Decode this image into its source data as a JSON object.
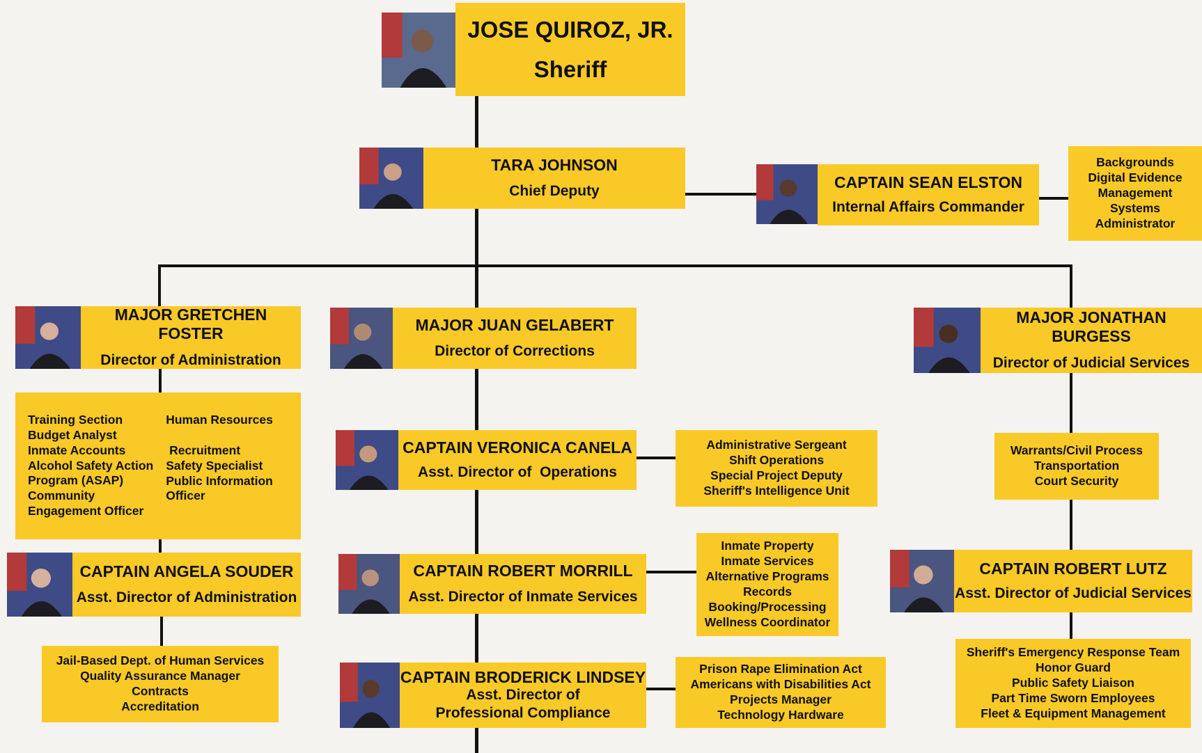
{
  "sheriff": {
    "name": "JOSE QUIROZ, JR.",
    "title": "Sheriff"
  },
  "chief_deputy": {
    "name": "TARA JOHNSON",
    "title": "Chief Deputy"
  },
  "internal_affairs": {
    "name": "CAPTAIN SEAN ELSTON",
    "title": "Internal Affairs Commander",
    "units": [
      "Backgrounds",
      "Digital Evidence",
      "Management",
      "Systems",
      "Administrator"
    ]
  },
  "administration": {
    "name": "MAJOR GRETCHEN FOSTER",
    "title": "Director of Administration",
    "units_left": [
      "Training Section",
      "Budget Analyst",
      "Inmate Accounts",
      "Alcohol Safety Action",
      "Program (ASAP)",
      "Community",
      "Engagement Officer"
    ],
    "units_right": [
      "Human Resources",
      "",
      " Recruitment",
      "Safety Specialist",
      "Public Information",
      "Officer"
    ],
    "asst": {
      "name": "CAPTAIN ANGELA SOUDER",
      "title": "Asst. Director of Administration"
    },
    "asst_units": [
      "Jail-Based Dept. of Human Services",
      "Quality Assurance Manager",
      "Contracts",
      "Accreditation"
    ]
  },
  "corrections": {
    "name": "MAJOR JUAN GELABERT",
    "title": "Director of Corrections",
    "operations": {
      "name": "CAPTAIN VERONICA CANELA",
      "title": "Asst. Director of  Operations",
      "units": [
        "Administrative Sergeant",
        "Shift Operations",
        "Special Project Deputy",
        "Sheriff's Intelligence Unit"
      ]
    },
    "inmate_services": {
      "name": "CAPTAIN ROBERT MORRILL",
      "title": "Asst. Director of Inmate Services",
      "units": [
        "Inmate Property",
        "Inmate Services",
        "Alternative Programs",
        "Records",
        "Booking/Processing",
        "Wellness Coordinator"
      ]
    },
    "compliance": {
      "name": "CAPTAIN BRODERICK LINDSEY",
      "title1": "Asst. Director of",
      "title2": "Professional Compliance",
      "units": [
        "Prison Rape Elimination Act",
        "Americans with Disabilities Act",
        "Projects Manager",
        "Technology Hardware"
      ]
    }
  },
  "judicial": {
    "name": "MAJOR JONATHAN BURGESS",
    "title": "Director of Judicial Services",
    "units": [
      "Warrants/Civil Process",
      "Transportation",
      "Court Security"
    ],
    "asst": {
      "name": "CAPTAIN ROBERT LUTZ",
      "title": "Asst. Director of Judicial Services"
    },
    "asst_units": [
      "Sheriff's Emergency Response Team",
      "Honor Guard",
      "Public Safety Liaison",
      "Part Time Sworn Employees",
      "Fleet & Equipment Management"
    ]
  },
  "colors": {
    "box": "#f9c928",
    "line": "#111111",
    "background": "#f5f3f0"
  }
}
